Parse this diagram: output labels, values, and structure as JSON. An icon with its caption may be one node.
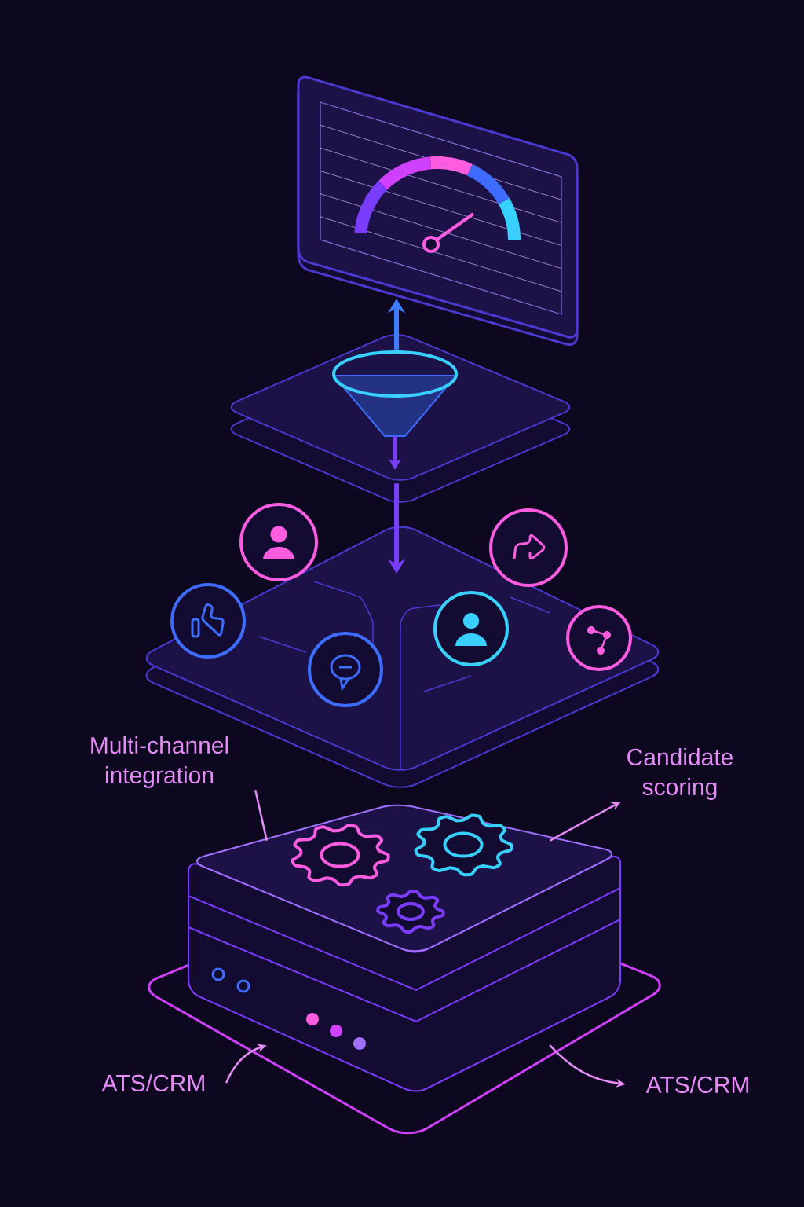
{
  "diagram": {
    "nodes": [
      {
        "text": [],
        "shape": "picture"
      },
      {
        "text": [],
        "shape": "picture"
      },
      {
        "text": [],
        "shape": "picture"
      },
      {
        "text": [
          "Multi-channel integration"
        ]
      },
      {
        "text": [
          "Candidate scoring"
        ]
      },
      {
        "text": [],
        "shape": "picture"
      },
      {
        "text": [
          "ATS/CRM"
        ]
      },
      {
        "text": [
          "ATS/CRM"
        ]
      }
    ],
    "edges": [
      {
        "from": 1,
        "to": 0,
        "arrow": "to",
        "style": "thick",
        "color": "#3d7bff"
      },
      {
        "from": 1,
        "to": 2,
        "arrow": "to",
        "style": "thick",
        "color": "#7a3cff"
      },
      {
        "from": 3,
        "to": 5,
        "arrow": "none"
      },
      {
        "from": 5,
        "to": 4,
        "arrow": "to"
      },
      {
        "from": 6,
        "to": 5,
        "arrow": "to"
      },
      {
        "from": 5,
        "to": 7,
        "arrow": "to"
      }
    ]
  }
}
